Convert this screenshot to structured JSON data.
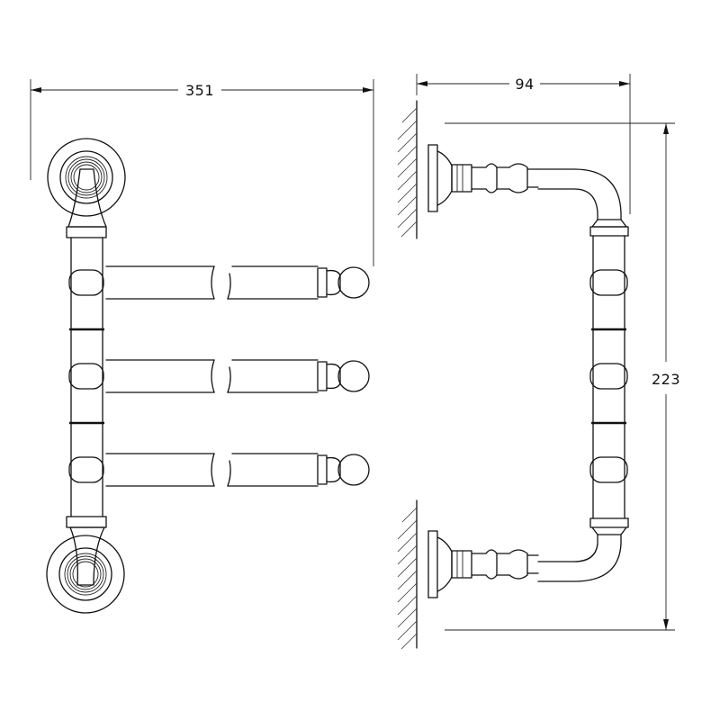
{
  "dimensions": {
    "width": "351",
    "depth": "94",
    "height": "223"
  },
  "colors": {
    "line": "#111111",
    "background": "#ffffff"
  }
}
